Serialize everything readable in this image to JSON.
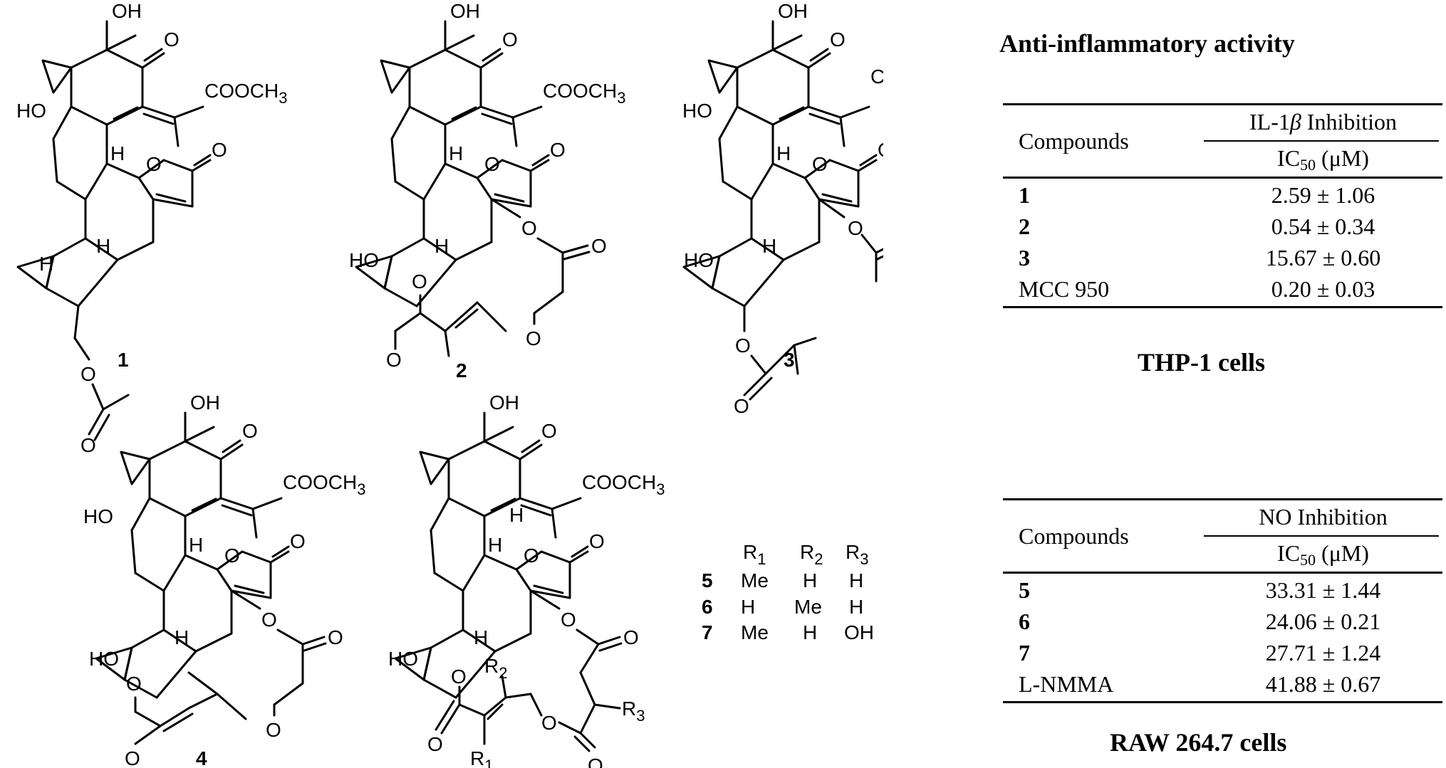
{
  "structures": {
    "labels": [
      "1",
      "2",
      "3",
      "4"
    ],
    "atoms": {
      "oh": "OH",
      "ho": "HO",
      "o": "O",
      "h": "H",
      "cooch3_main": "COOCH",
      "cooch3_sub": "3"
    },
    "substituents": {
      "r1_main": "R",
      "r1_sub": "1",
      "r2_main": "R",
      "r2_sub": "2",
      "r3_main": "R",
      "r3_sub": "3",
      "rows": [
        {
          "compound": "5",
          "r1": "Me",
          "r2": "H",
          "r3": "H"
        },
        {
          "compound": "6",
          "r1": "H",
          "r2": "Me",
          "r3": "H"
        },
        {
          "compound": "7",
          "r1": "Me",
          "r2": "H",
          "r3": "OH"
        }
      ]
    }
  },
  "panel_title": "Anti-inflammatory activity",
  "table1": {
    "col1_header": "Compounds",
    "col2_header": "IL-1β Inhibition",
    "col2_header_pre": "IL-1",
    "col2_header_greek": "β",
    "col2_header_post": " Inhibition",
    "col2_subheader_main": "IC",
    "col2_subheader_sub": "50",
    "col2_subheader_unit": " (μM)",
    "rows": [
      {
        "compound": "1",
        "value": "2.59 ± 1.06"
      },
      {
        "compound": "2",
        "value": "0.54 ± 0.34"
      },
      {
        "compound": "3",
        "value": "15.67 ± 0.60"
      },
      {
        "compound": "MCC 950",
        "value": "0.20 ± 0.03"
      }
    ],
    "cell_line": "THP-1 cells"
  },
  "table2": {
    "col1_header": "Compounds",
    "col2_header": "NO Inhibition",
    "col2_subheader_main": "IC",
    "col2_subheader_sub": "50",
    "col2_subheader_unit": " (μM)",
    "rows": [
      {
        "compound": "5",
        "value": "33.31 ± 1.44"
      },
      {
        "compound": "6",
        "value": "24.06 ± 0.21"
      },
      {
        "compound": "7",
        "value": "27.71 ± 1.24"
      },
      {
        "compound": "L-NMMA",
        "value": "41.88 ± 0.67"
      }
    ],
    "cell_line": "RAW 264.7 cells"
  }
}
